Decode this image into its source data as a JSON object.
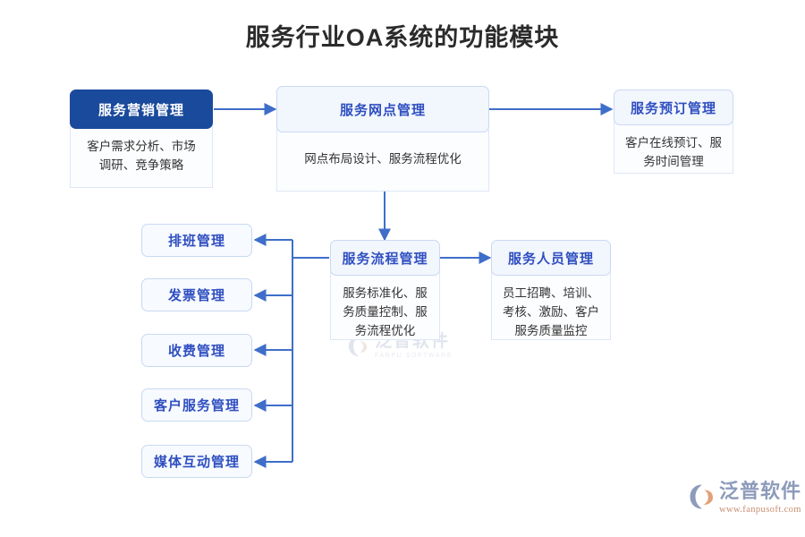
{
  "title": "服务行业OA系统的功能模块",
  "diagram": {
    "type": "flowchart",
    "modules": [
      {
        "id": "service-marketing",
        "header": "服务营销管理",
        "body": "客户需求分析、市场调研、竞争策略",
        "style": "solid"
      },
      {
        "id": "service-outlet",
        "header": "服务网点管理",
        "body": "网点布局设计、服务流程优化",
        "style": "light"
      },
      {
        "id": "service-booking",
        "header": "服务预订管理",
        "body": "客户在线预订、服务时间管理",
        "style": "light"
      },
      {
        "id": "service-process",
        "header": "服务流程管理",
        "body": "服务标准化、服务质量控制、服务流程优化",
        "style": "light"
      },
      {
        "id": "service-staff",
        "header": "服务人员管理",
        "body": "员工招聘、培训、考核、激励、客户服务质量监控",
        "style": "light"
      }
    ],
    "sub_modules": [
      {
        "id": "scheduling",
        "label": "排班管理"
      },
      {
        "id": "invoice",
        "label": "发票管理"
      },
      {
        "id": "charging",
        "label": "收费管理"
      },
      {
        "id": "customer-service",
        "label": "客户服务管理"
      },
      {
        "id": "media-interaction",
        "label": "媒体互动管理"
      }
    ],
    "connections": [
      {
        "from": "service-marketing",
        "to": "service-outlet"
      },
      {
        "from": "service-outlet",
        "to": "service-booking"
      },
      {
        "from": "service-outlet",
        "to": "service-process"
      },
      {
        "from": "service-process",
        "to": "service-staff"
      },
      {
        "from": "service-process",
        "to": "scheduling"
      },
      {
        "from": "service-process",
        "to": "invoice"
      },
      {
        "from": "service-process",
        "to": "charging"
      },
      {
        "from": "service-process",
        "to": "customer-service"
      },
      {
        "from": "service-process",
        "to": "media-interaction"
      }
    ]
  },
  "branding": {
    "logo_cn": "泛普软件",
    "logo_url": "www.fanpusoft.com",
    "watermark_cn": "泛普软件",
    "watermark_en": "FANPU SOFTWARE"
  },
  "colors": {
    "accent_dark": "#1a4a9c",
    "accent_text": "#2f4fc0",
    "header_light_bg": "#f2f6fd",
    "border_light": "#c9d9f2",
    "connector": "#3e6ec9",
    "title": "#2b2b2b",
    "body_text": "#333333",
    "logo_orange": "#c98d70",
    "logo_gray": "#8d9bbb"
  }
}
